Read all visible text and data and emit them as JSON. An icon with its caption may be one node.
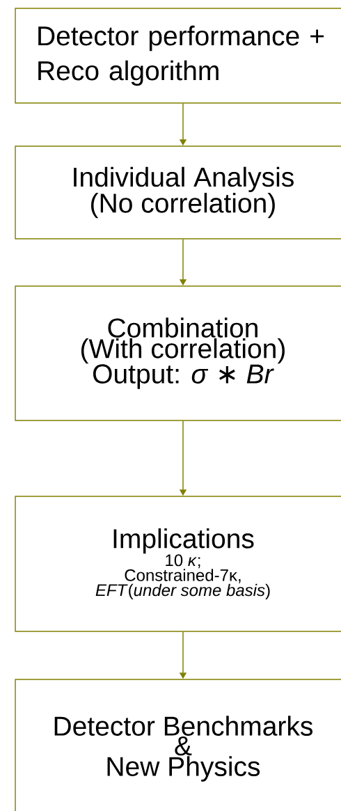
{
  "diagram": {
    "nodes": [
      {
        "text": [
          "Detector performance + Reco algorithm"
        ]
      },
      {
        "text": [
          "Individual Analysis",
          "(No correlation)"
        ]
      },
      {
        "text": [
          "Combination",
          "(With correlation)",
          "Output: *σ* ∗ *Br*"
        ]
      },
      {
        "text": [
          "Implications",
          "10 *κ*;",
          "Constrained-7κ,",
          "*EFT*(*under some basis*)"
        ]
      },
      {
        "text": [
          "Detector Benchmarks",
          "&",
          "New Physics"
        ]
      }
    ],
    "edges": [
      {
        "from": 0,
        "to": 1,
        "arrow": "to"
      },
      {
        "from": 1,
        "to": 2,
        "arrow": "to"
      },
      {
        "from": 2,
        "to": 3,
        "arrow": "to"
      },
      {
        "from": 3,
        "to": 4,
        "arrow": "to"
      }
    ]
  }
}
